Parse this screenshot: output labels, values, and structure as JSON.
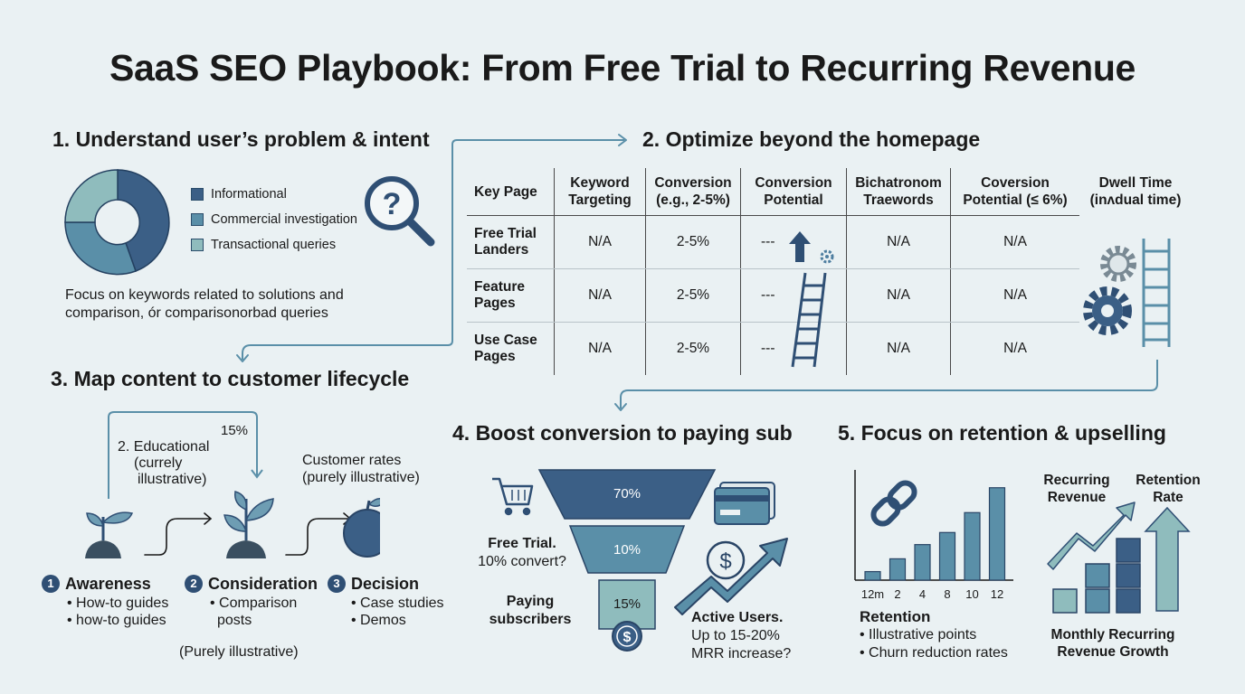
{
  "title": "SaaS SEO Playbook: From Free Trial to Recurring Revenue",
  "colors": {
    "dark_blue": "#3b5f86",
    "mid_teal": "#5a8fa8",
    "light_teal": "#8fbcbd",
    "navy": "#2f4f74"
  },
  "s1": {
    "title": "1. Understand user’s problem & intent",
    "legend": [
      "Informational",
      "Commercial investigation",
      "Transactional queries"
    ],
    "note_line1": "Focus on keywords related to solutions and",
    "note_line2": "comparison, ór comparisonorbad queries",
    "icon": "magnifier-question-icon"
  },
  "s2": {
    "title": "2. Optimize beyond the homepage",
    "headers": [
      "Key Page",
      "Keyword Targeting",
      "Conversion (e.g., 2-5%)",
      "Conversion Potential",
      "Bichatronom Traewords",
      "Coversion Potential (≤ 6%)"
    ],
    "rows": [
      [
        "Free Trial Landers",
        "N/A",
        "2-5%",
        "---",
        "N/A",
        "N/A"
      ],
      [
        "Feature Pages",
        "N/A",
        "2-5%",
        "---",
        "N/A",
        "N/A"
      ],
      [
        "Use Case Pages",
        "N/A",
        "2-5%",
        "---",
        "N/A",
        "N/A"
      ]
    ],
    "dwell_title": "Dwell Time (inʌdual time)"
  },
  "s3": {
    "title": "3. Map content to customer lifecycle",
    "edu_line1": "2. Educational",
    "edu_line2": "(currely",
    "edu_line3": "illustrative)",
    "pct": "15%",
    "cust_line1": "Customer rates",
    "cust_line2": "(purely illustrative)",
    "stages": [
      {
        "num": "1",
        "name": "Awareness",
        "bullets": [
          "• How-to guides",
          "• how-to guides"
        ]
      },
      {
        "num": "2",
        "name": "Consideration",
        "bullets": [
          "• Comparison",
          "posts"
        ]
      },
      {
        "num": "3",
        "name": "Decision",
        "bullets": [
          "• Case studies",
          "• Demos"
        ]
      }
    ],
    "footnote": "(Purely illustrative)"
  },
  "s4": {
    "title": "4. Boost conversion to paying sub",
    "funnel": [
      "70%",
      "10%",
      "15%"
    ],
    "free_trial_line1": "Free Trial.",
    "free_trial_line2": "10% convert?",
    "paying_line1": "Paying",
    "paying_line2": "subscribers",
    "active_line1": "Active Users.",
    "active_line2": "Up to 15-20%",
    "active_line3": "MRR increase?"
  },
  "s5": {
    "title": "5. Focus on retention & upselling",
    "chart_data": {
      "type": "bar",
      "categories": [
        "12m",
        "2",
        "4",
        "8",
        "10",
        "12"
      ],
      "values": [
        1.2,
        3,
        5,
        6.7,
        9.5,
        13
      ],
      "ylim": [
        0,
        15
      ]
    },
    "retention_title": "Retention",
    "retention_bullets": [
      "• Illustrative points",
      "• Churn reduction rates"
    ],
    "recurring_line1": "Recurring",
    "recurring_line2": "Revenue",
    "rate_line1": "Retention",
    "rate_line2": "Rate",
    "mrr_line1": "Monthly Recurring",
    "mrr_line2": "Revenue Growth"
  }
}
